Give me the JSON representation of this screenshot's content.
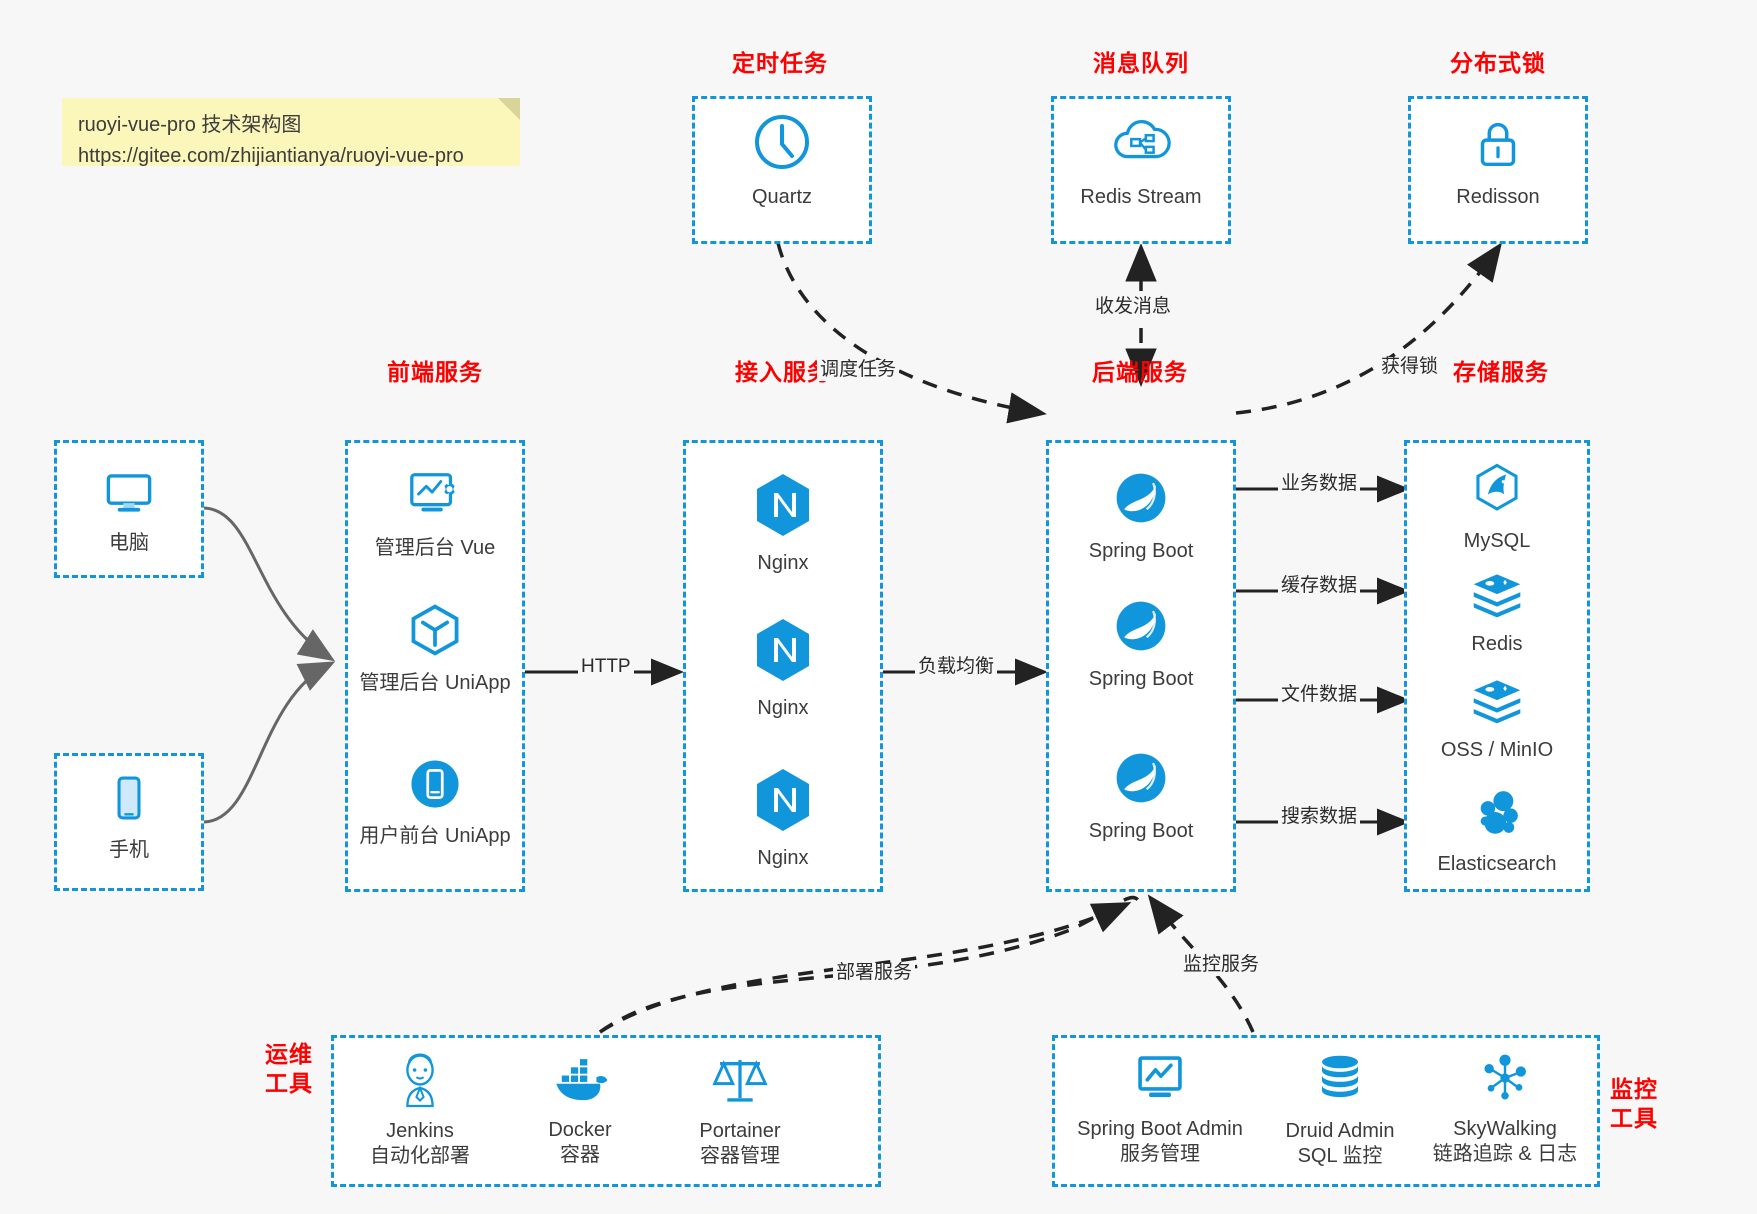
{
  "note": {
    "name": "sticky-note",
    "line1": "ruoyi-vue-pro 技术架构图",
    "line2": "https://gitee.com/zhijiantianya/ruoyi-vue-pro",
    "bg": "#fbf6ba"
  },
  "colors": {
    "accent": "#1296db",
    "group_title": "#ff0000",
    "node_text": "#3c3c3c",
    "edge": "#3c3c3c",
    "background": "#f7f7f7"
  },
  "groups": {
    "scheduler": {
      "title": "定时任务",
      "nodes": [
        {
          "label": "Quartz",
          "icon": "clock-icon"
        }
      ]
    },
    "mq": {
      "title": "消息队列",
      "nodes": [
        {
          "label": "Redis Stream",
          "icon": "cloud-stream-icon"
        }
      ]
    },
    "lock": {
      "title": "分布式锁",
      "nodes": [
        {
          "label": "Redisson",
          "icon": "lock-icon"
        }
      ]
    },
    "clients": {
      "nodes": [
        {
          "label": "电脑",
          "icon": "desktop-icon"
        },
        {
          "label": "手机",
          "icon": "mobile-icon"
        }
      ]
    },
    "frontend": {
      "title": "前端服务",
      "nodes": [
        {
          "label": "管理后台 Vue",
          "icon": "dashboard-gear-icon"
        },
        {
          "label": "管理后台 UniApp",
          "icon": "cube-icon"
        },
        {
          "label": "用户前台 UniApp",
          "icon": "phone-app-icon"
        }
      ]
    },
    "gateway": {
      "title": "接入服务",
      "nodes": [
        {
          "label": "Nginx",
          "icon": "nginx-icon"
        },
        {
          "label": "Nginx",
          "icon": "nginx-icon"
        },
        {
          "label": "Nginx",
          "icon": "nginx-icon"
        }
      ]
    },
    "backend": {
      "title": "后端服务",
      "nodes": [
        {
          "label": "Spring Boot",
          "icon": "spring-boot-icon"
        },
        {
          "label": "Spring Boot",
          "icon": "spring-boot-icon"
        },
        {
          "label": "Spring Boot",
          "icon": "spring-boot-icon"
        }
      ]
    },
    "storage": {
      "title": "存储服务",
      "nodes": [
        {
          "label": "MySQL",
          "icon": "mysql-icon"
        },
        {
          "label": "Redis",
          "icon": "redis-icon"
        },
        {
          "label": "OSS / MinIO",
          "icon": "oss-minio-icon"
        },
        {
          "label": "Elasticsearch",
          "icon": "elasticsearch-icon"
        }
      ]
    },
    "devops": {
      "title_line1": "运维",
      "title_line2": "工具",
      "nodes": [
        {
          "label": "Jenkins",
          "sub": "自动化部署",
          "icon": "jenkins-icon"
        },
        {
          "label": "Docker",
          "sub": "容器",
          "icon": "docker-icon"
        },
        {
          "label": "Portainer",
          "sub": "容器管理",
          "icon": "scales-icon"
        }
      ]
    },
    "monitor": {
      "title_line1": "监控",
      "title_line2": "工具",
      "nodes": [
        {
          "label": "Spring Boot Admin",
          "sub": "服务管理",
          "icon": "monitor-chart-icon"
        },
        {
          "label": "Druid Admin",
          "sub": "SQL 监控",
          "icon": "database-icon"
        },
        {
          "label": "SkyWalking",
          "sub": "链路追踪 & 日志",
          "icon": "skywalking-icon"
        }
      ]
    }
  },
  "edges": [
    {
      "name": "edge-frontend-gateway",
      "label": "HTTP"
    },
    {
      "name": "edge-gateway-backend",
      "label": "负载均衡"
    },
    {
      "name": "edge-quartz-backend",
      "label": "调度任务"
    },
    {
      "name": "edge-backend-mq",
      "label": "收发消息"
    },
    {
      "name": "edge-backend-lock",
      "label": "获得锁"
    },
    {
      "name": "edge-backend-mysql",
      "label": "业务数据"
    },
    {
      "name": "edge-backend-redis",
      "label": "缓存数据"
    },
    {
      "name": "edge-backend-oss",
      "label": "文件数据"
    },
    {
      "name": "edge-backend-es",
      "label": "搜索数据"
    },
    {
      "name": "edge-devops-backend",
      "label": "部署服务"
    },
    {
      "name": "edge-monitor-backend",
      "label": "监控服务"
    }
  ]
}
